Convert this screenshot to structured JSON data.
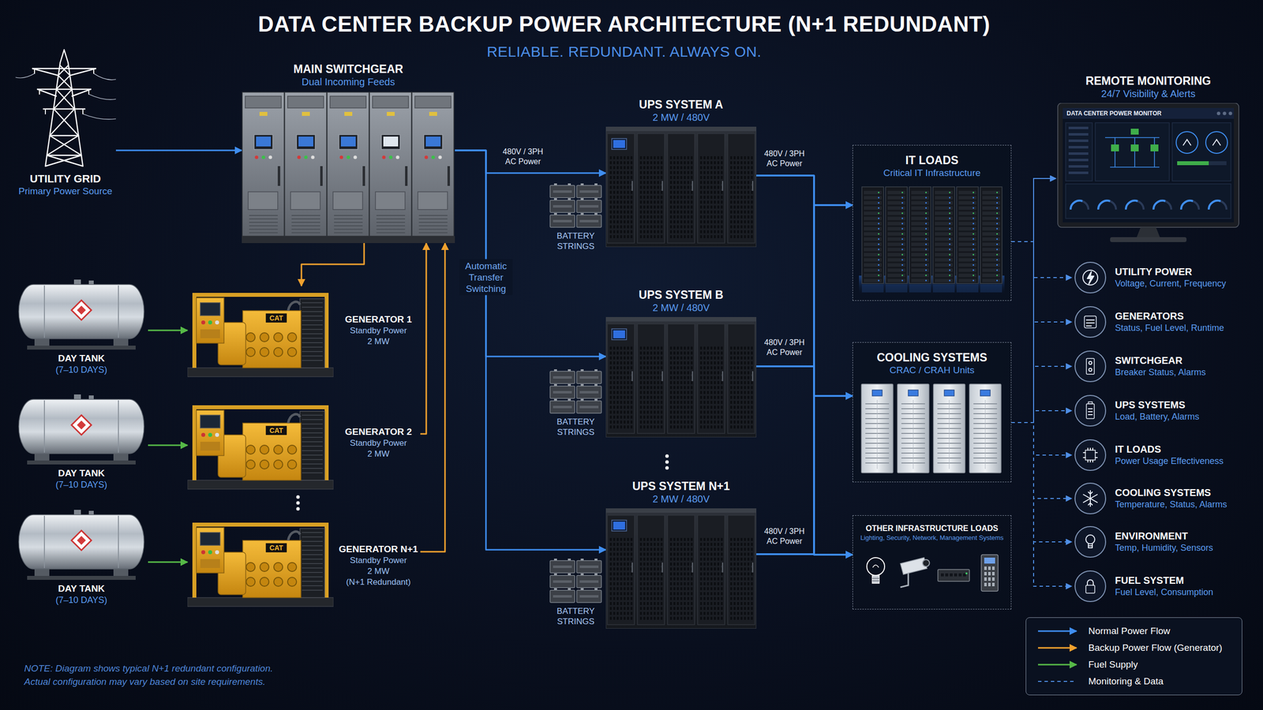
{
  "diagram": {
    "title": "DATA CENTER BACKUP POWER ARCHITECTURE (N+1 REDUNDANT)",
    "nodes": [
      {
        "text": [
          "UTILITY GRID",
          "Primary Power Source"
        ]
      },
      {
        "text": [
          "MAIN SWITCHGEAR",
          "Dual Incoming Feeds"
        ]
      },
      {
        "text": [
          "UPS SYSTEM A",
          "2 MW / 480V"
        ]
      },
      {
        "text": [
          "BATTERY STRINGS"
        ]
      },
      {
        "text": [
          "IT LOADS",
          "Critical IT Infrastructure"
        ]
      },
      {
        "text": [
          "REMOTE MONITORING",
          "24/7 Visibility & Alerts"
        ]
      },
      {
        "text": [
          "DAY TANK",
          "(7–10 DAYS)"
        ]
      },
      {
        "text": [
          "GENERATOR 1",
          "Standby Power",
          "2 MW"
        ]
      },
      {
        "text": [
          "UPS SYSTEM B",
          "2 MW / 480V"
        ]
      },
      {
        "text": [
          "BATTERY STRINGS"
        ]
      },
      {
        "text": [
          "COOLING SYSTEMS",
          "CRAC / CRAH Units"
        ]
      },
      {
        "text": [
          "DAY TANK",
          "(7–10 DAYS)"
        ]
      },
      {
        "text": [
          "GENERATOR 2",
          "Standby Power",
          "2 MW"
        ]
      },
      {
        "text": [
          "DAY TANK",
          "(7–10 DAYS)"
        ]
      },
      {
        "text": [
          "GENERATOR N+1",
          "Standby Power",
          "2 MW",
          "(N+1 Redundant)"
        ]
      },
      {
        "text": [
          "UPS SYSTEM N+1",
          "2 MW / 480V"
        ]
      },
      {
        "text": [
          "BATTERY STRINGS"
        ]
      },
      {
        "text": [
          "OTHER INFRASTRUCTURE LOADS",
          "Lighting, Security, Network, Management Systems"
        ]
      },
      {
        "text": [
          "UTILITY POWER",
          "Voltage, Current, Frequency"
        ]
      },
      {
        "text": [
          "GENERATORS",
          "Status, Fuel Level, Runtime"
        ]
      },
      {
        "text": [
          "SWITCHGEAR",
          "Breaker Status, Alarms"
        ]
      },
      {
        "text": [
          "UPS SYSTEMS",
          "Load, Battery, Alarms"
        ]
      },
      {
        "text": [
          "IT LOADS",
          "Power Usage Effectiveness"
        ]
      },
      {
        "text": [
          "COOLING SYSTEMS",
          "Temperature, Status, Alarms"
        ]
      },
      {
        "text": [
          "ENVIRONMENT",
          "Temp, Humidity, Sensors"
        ]
      },
      {
        "text": [
          "FUEL SYSTEM",
          "Fuel Level, Consumption"
        ]
      }
    ],
    "edges": [
      {
        "from": 0,
        "to": 1,
        "arrow": "to"
      },
      {
        "from": 1,
        "to": 2,
        "label": "480V / 3PH AC Power",
        "arrow": "to"
      },
      {
        "from": 1,
        "to": 8,
        "arrow": "to"
      },
      {
        "from": 1,
        "to": 15,
        "arrow": "to"
      },
      {
        "from": 1,
        "to": 7,
        "arrow": "to"
      },
      {
        "from": 12,
        "to": 1,
        "arrow": "to"
      },
      {
        "from": 14,
        "to": 1,
        "arrow": "to"
      },
      {
        "from": 6,
        "to": 7,
        "arrow": "to"
      },
      {
        "from": 11,
        "to": 12,
        "arrow": "to"
      },
      {
        "from": 13,
        "to": 14,
        "arrow": "to"
      },
      {
        "from": 2,
        "to": 4,
        "label": "480V / 3PH AC Power",
        "arrow": "to"
      },
      {
        "from": 2,
        "to": 10,
        "arrow": "to"
      },
      {
        "from": 2,
        "to": 17,
        "arrow": "to"
      },
      {
        "from": 8,
        "to": 4,
        "label": "480V / 3PH AC Power",
        "arrow": "to"
      },
      {
        "from": 8,
        "to": 10,
        "arrow": "to"
      },
      {
        "from": 8,
        "to": 17,
        "arrow": "to"
      },
      {
        "from": 15,
        "to": 4,
        "label": "480V / 3PH AC Power",
        "arrow": "to"
      },
      {
        "from": 15,
        "to": 10,
        "arrow": "to"
      },
      {
        "from": 15,
        "to": 17,
        "arrow": "to"
      },
      {
        "from": 4,
        "to": 5,
        "arrow": "to"
      },
      {
        "from": 10,
        "to": 5,
        "arrow": "to"
      },
      {
        "from": 5,
        "to": 18,
        "arrow": "to"
      },
      {
        "from": 5,
        "to": 19,
        "arrow": "to"
      },
      {
        "from": 5,
        "to": 20,
        "arrow": "to"
      },
      {
        "from": 5,
        "to": 21,
        "arrow": "to"
      },
      {
        "from": 5,
        "to": 22,
        "arrow": "to"
      },
      {
        "from": 5,
        "to": 23,
        "arrow": "to"
      },
      {
        "from": 5,
        "to": 24,
        "arrow": "to"
      },
      {
        "from": 5,
        "to": 25,
        "arrow": "to"
      }
    ],
    "labels": [
      "RELIABLE. REDUNDANT. ALWAYS ON.",
      "DATA CENTER POWER MONITOR",
      "CAT",
      "Automatic Transfer Switching",
      "CAT",
      "CAT",
      "NOTE: Diagram shows typical N+1 redundant configuration. Actual configuration may vary based on site requirements."
    ],
    "legend": [
      {
        "text": "Normal Power Flow"
      },
      {
        "text": "Backup Power Flow (Generator)"
      },
      {
        "text": "Fuel Supply"
      },
      {
        "text": "Monitoring & Data"
      }
    ]
  }
}
